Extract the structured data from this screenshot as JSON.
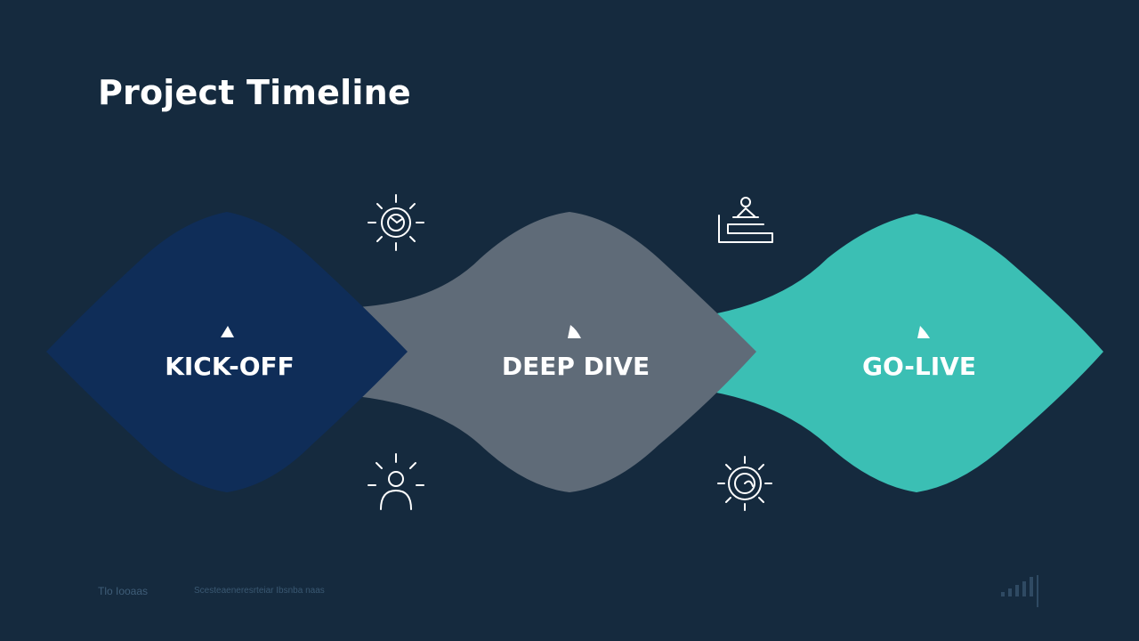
{
  "slide": {
    "title": "Project Timeline",
    "footer_left": "Tlo Iooaas",
    "footer_note": "Scesteaeneresrteiar Ibsnba naas"
  },
  "colors": {
    "background": "#152a3e",
    "kickoff": "#0f2d58",
    "deep_dive": "#5f6b78",
    "go_live": "#3bbfb4"
  },
  "stages": [
    {
      "label": "KICK-OFF",
      "color": "#0f2d58",
      "icon": "triangle-marker-icon"
    },
    {
      "label": "DEEP DIVE",
      "color": "#5f6b78",
      "icon": "fin-marker-icon"
    },
    {
      "label": "GO-LIVE",
      "color": "#3bbfb4",
      "icon": "fin-marker-icon"
    }
  ],
  "icons": {
    "top_1": "sun-target-icon",
    "top_2": "person-on-platform-icon",
    "bottom_1": "sun-person-icon",
    "bottom_2": "sun-spiral-icon",
    "corner": "signal-bars-icon"
  }
}
